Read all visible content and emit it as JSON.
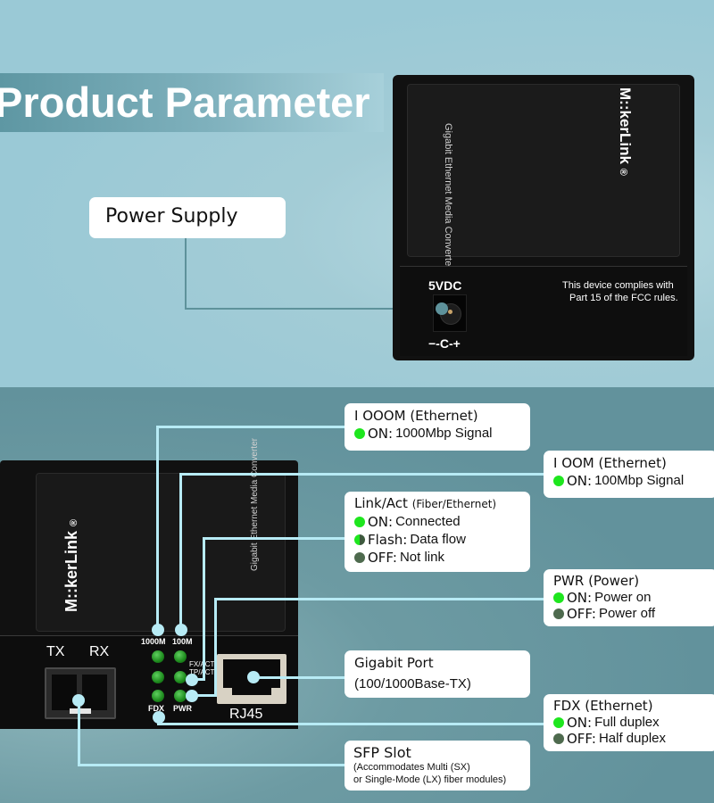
{
  "title": "Product Parameter",
  "power_supply": {
    "label": "Power Supply",
    "device": {
      "brand": "M::kerLink",
      "registered": "®",
      "model_text": "Gigabit Ethernet Media Converter",
      "port_label": "5VDC",
      "polarity": "−-C-+",
      "fcc_line1": "This device complies with",
      "fcc_line2": "Part 15 of the FCC rules."
    }
  },
  "front_panel": {
    "brand": "M::kerLink",
    "registered": "®",
    "model_text": "Gigabit Ethernet Media Converter",
    "tx": "TX",
    "rx": "RX",
    "led_1000m": "1000M",
    "led_100m": "100M",
    "fx_act": "FX/ACT",
    "tp_act": "TP/ACT",
    "fdx": "FDX",
    "pwr": "PWR",
    "rj45": "RJ45"
  },
  "callouts": {
    "c1000m": {
      "title": "I OOOM (Ethernet)",
      "lines": [
        {
          "state": "on",
          "key": "ON:",
          "text": "1000Mbp Signal"
        }
      ]
    },
    "c100m": {
      "title": "I OOM (Ethernet)",
      "lines": [
        {
          "state": "on",
          "key": "ON:",
          "text": "100Mbp Signal"
        }
      ]
    },
    "link": {
      "title": "Link/Act",
      "subtitle": "(Fiber/Ethernet)",
      "lines": [
        {
          "state": "on",
          "key": "ON:",
          "text": "Connected"
        },
        {
          "state": "flash",
          "key": "Flash:",
          "text": "Data flow"
        },
        {
          "state": "off",
          "key": "OFF:",
          "text": "Not link"
        }
      ]
    },
    "pwr": {
      "title": "PWR (Power)",
      "lines": [
        {
          "state": "on",
          "key": "ON:",
          "text": "Power on"
        },
        {
          "state": "off",
          "key": "OFF:",
          "text": "Power off"
        }
      ]
    },
    "gigabit": {
      "title": "Gigabit Port",
      "subtitle": "(100/1000Base-TX)"
    },
    "fdx": {
      "title": "FDX (Ethernet)",
      "lines": [
        {
          "state": "on",
          "key": "ON:",
          "text": "Full duplex"
        },
        {
          "state": "off",
          "key": "OFF:",
          "text": "Half duplex"
        }
      ]
    },
    "sfp": {
      "title": "SFP Slot",
      "line1": "(Accommodates Multi (SX)",
      "line2": "or Single-Mode (LX) fiber modules)"
    }
  },
  "colors": {
    "led_on": "#1ee61e",
    "led_off": "#4e6a4e",
    "connector": "#b7ebf5"
  }
}
